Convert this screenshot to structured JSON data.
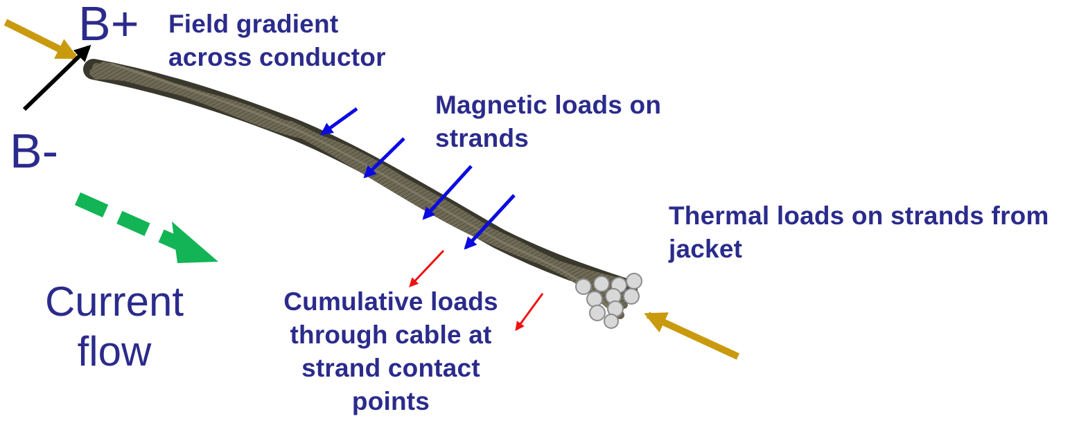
{
  "labels": {
    "b_plus": "B+",
    "b_minus": "B-",
    "field_gradient": "Field gradient\nacross conductor",
    "magnetic_loads": "Magnetic loads on\nstrands",
    "thermal_loads": "Thermal loads on strands from\njacket",
    "cumulative_loads": "Cumulative loads\nthrough cable at\nstrand contact\npoints",
    "current_flow": "Current\nflow"
  },
  "colors": {
    "text": "#2b2b8c",
    "thermal_arrow": "#c99a0e",
    "field_arrow": "#000000",
    "magnetic_arrow": "#0a0ae0",
    "contact_arrow": "#ee1111",
    "current_arrow": "#12b455",
    "strand": "#6e6a55",
    "strand_end": "#d8d8d8"
  },
  "icons": {
    "cable": "twisted-strand-cable-icon"
  }
}
